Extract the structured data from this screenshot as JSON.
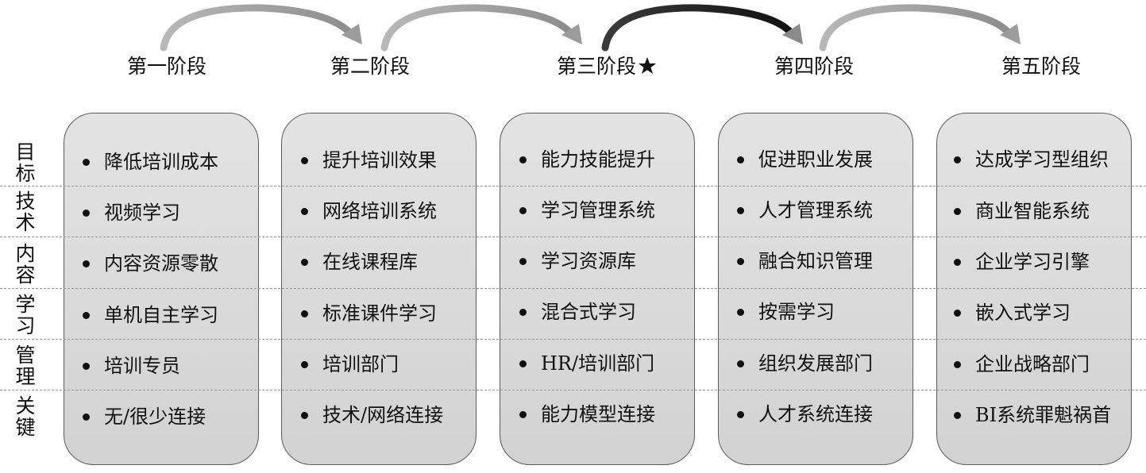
{
  "stages": [
    {
      "title": "第一阶段"
    },
    {
      "title": "第二阶段"
    },
    {
      "title": "第三阶段",
      "starred": true
    },
    {
      "title": "第四阶段"
    },
    {
      "title": "第五阶段"
    }
  ],
  "row_labels": [
    "目\n标",
    "技\n术",
    "内\n容",
    "学\n习",
    "管\n理",
    "关\n键"
  ],
  "columns": [
    [
      "降低培训成本",
      "视频学习",
      "内容资源零散",
      "单机自主学习",
      "培训专员",
      "无/很少连接"
    ],
    [
      "提升培训效果",
      "网络培训系统",
      "在线课程库",
      "标准课件学习",
      "培训部门",
      "技术/网络连接"
    ],
    [
      "能力技能提升",
      "学习管理系统",
      "学习资源库",
      "混合式学习",
      "HR/培训部门",
      "能力模型连接"
    ],
    [
      "促进职业发展",
      "人才管理系统",
      "融合知识管理",
      "按需学习",
      "组织发展部门",
      "人才系统连接"
    ],
    [
      "达成学习型组织",
      "商业智能系统",
      "企业学习引擎",
      "嵌入式学习",
      "企业战略部门",
      "BI系统罪魁祸首"
    ]
  ],
  "icons": {
    "stage_arrow": "curved-arrow-icon",
    "highlight": "star-icon"
  },
  "colors": {
    "arrow": "#a8a8a8",
    "arrow_highlight": "#2a2a2a",
    "panel": "#d9d9d9"
  }
}
